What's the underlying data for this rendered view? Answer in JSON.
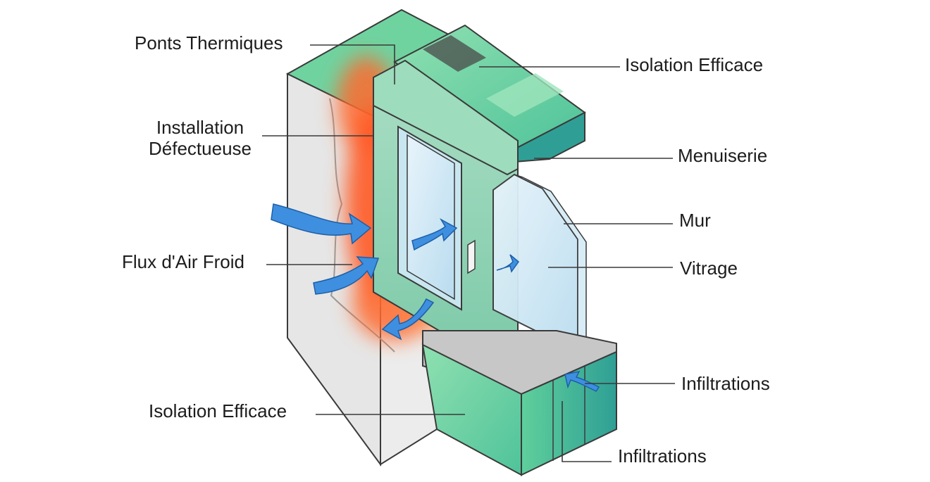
{
  "labels": {
    "ponts_thermiques": "Ponts Thermiques",
    "installation_defectueuse": "Installation\nDéfectueuse",
    "flux_air_froid": "Flux d'Air Froid",
    "isolation_efficace_bottom": "Isolation Efficace",
    "isolation_efficace_top": "Isolation Efficace",
    "menuiserie": "Menuiserie",
    "mur": "Mur",
    "vitrage": "Vitrage",
    "infiltrations_1": "Infiltrations",
    "infiltrations_2": "Infiltrations"
  },
  "colors": {
    "wall": "#e4e4e4",
    "insulation_light": "#7fdca6",
    "insulation_mid": "#4cbf98",
    "insulation_dark": "#2a9a94",
    "heat_core": "#ff5a2a",
    "heat_glow": "#ffb27a",
    "glass": "#cfe8f6",
    "airflow": "#3f8fe0",
    "outline": "#3a3a3a"
  }
}
